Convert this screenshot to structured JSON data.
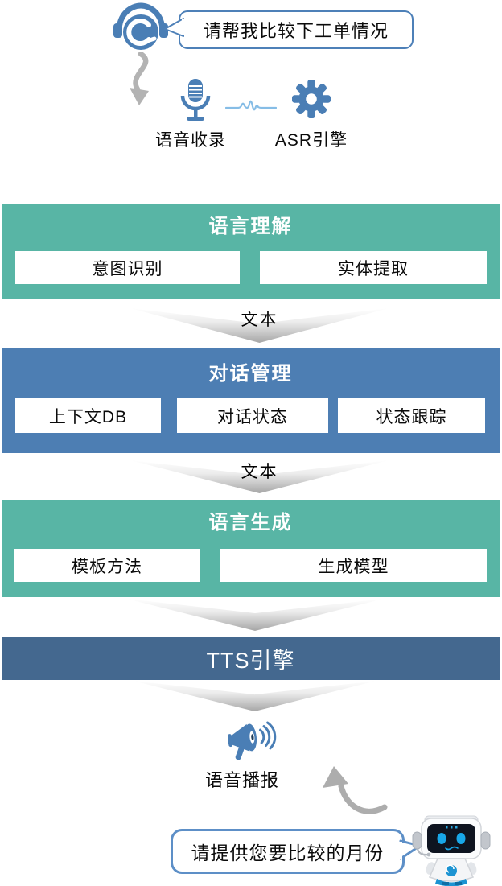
{
  "top": {
    "user_bubble": "请帮我比较下工单情况",
    "voice_capture_label": "语音收录",
    "asr_label": "ASR引擎"
  },
  "flow": {
    "nlu": {
      "title": "语言理解",
      "items": [
        "意图识别",
        "实体提取"
      ]
    },
    "text_label_1": "文本",
    "dm": {
      "title": "对话管理",
      "items": [
        "上下文DB",
        "对话状态",
        "状态跟踪"
      ]
    },
    "text_label_2": "文本",
    "nlg": {
      "title": "语言生成",
      "items": [
        "模板方法",
        "生成模型"
      ]
    },
    "tts_label": "TTS引擎"
  },
  "bottom": {
    "broadcast_label": "语音播报",
    "bot_bubble": "请提供您要比较的月份"
  },
  "icons": {
    "agent": "agent-headset-icon",
    "microphone": "microphone-icon",
    "waveform": "waveform-icon",
    "gear": "gear-icon",
    "megaphone": "megaphone-icon",
    "robot": "robot-icon",
    "arrow_down": "curved-arrow-down-icon",
    "arrow_up": "curved-arrow-up-icon"
  },
  "colors": {
    "teal_block": "#58b5a5",
    "blue_block": "#4d7eb3",
    "tts_bar": "#44688f",
    "icon_blue": "#4a7eb5",
    "wave_blue": "#86bde6",
    "arrow_gray": "#b3b3b3",
    "bubble_border": "#4d80b8"
  }
}
